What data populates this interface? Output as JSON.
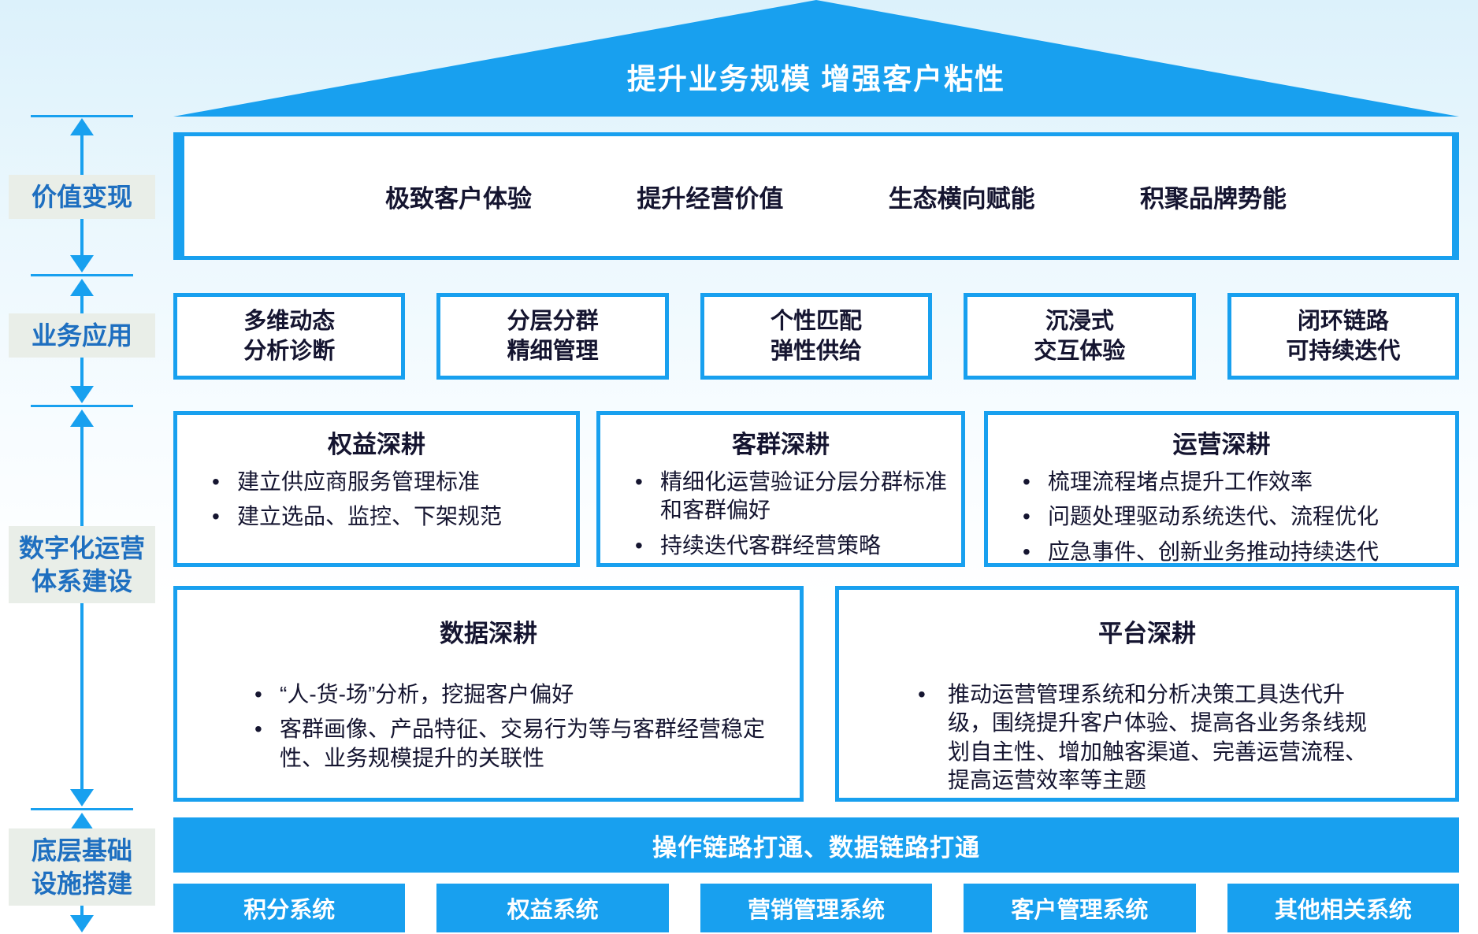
{
  "colors": {
    "primary_blue": "#18A0EF",
    "rail_label_text": "#1E6FC0",
    "rail_label_bg": "#E9EEE8",
    "body_text": "#151530",
    "box_bg": "#FFFFFF"
  },
  "roof": {
    "title": "提升业务规模 增强客户粘性"
  },
  "left_rail": {
    "sections": [
      {
        "lines": [
          "价值变现"
        ]
      },
      {
        "lines": [
          "业务应用"
        ]
      },
      {
        "lines": [
          "数字化运营",
          "体系建设"
        ]
      },
      {
        "lines": [
          "底层基础",
          "设施搭建"
        ]
      }
    ]
  },
  "value_row": {
    "items": [
      "极致客户体验",
      "提升经营价值",
      "生态横向赋能",
      "积聚品牌势能"
    ]
  },
  "app_row": {
    "items": [
      {
        "line1": "多维动态",
        "line2": "分析诊断"
      },
      {
        "line1": "分层分群",
        "line2": "精细管理"
      },
      {
        "line1": "个性匹配",
        "line2": "弹性供给"
      },
      {
        "line1": "沉浸式",
        "line2": "交互体验"
      },
      {
        "line1": "闭环链路",
        "line2": "可持续迭代"
      }
    ]
  },
  "deep_row1": [
    {
      "title": "权益深耕",
      "bullets": [
        "建立供应商服务管理标准",
        "建立选品、监控、下架规范"
      ]
    },
    {
      "title": "客群深耕",
      "bullets": [
        "精细化运营验证分层分群标准和客群偏好",
        "持续迭代客群经营策略"
      ]
    },
    {
      "title": "运营深耕",
      "bullets": [
        "梳理流程堵点提升工作效率",
        "问题处理驱动系统迭代、流程优化",
        "应急事件、创新业务推动持续迭代"
      ]
    }
  ],
  "deep_row2": [
    {
      "title": "数据深耕",
      "bullets": [
        "“人-货-场”分析，挖掘客户偏好",
        "客群画像、产品特征、交易行为等与客群经营稳定性、业务规模提升的关联性"
      ]
    },
    {
      "title": "平台深耕",
      "bullets": [
        "推动运营管理系统和分析决策工具迭代升级，围绕提升客户体验、提高各业务条线规划自主性、增加触客渠道、完善运营流程、提高运营效率等主题"
      ]
    }
  ],
  "foundation": {
    "bar": "操作链路打通、数据链路打通",
    "systems": [
      "积分系统",
      "权益系统",
      "营销管理系统",
      "客户管理系统",
      "其他相关系统"
    ]
  }
}
